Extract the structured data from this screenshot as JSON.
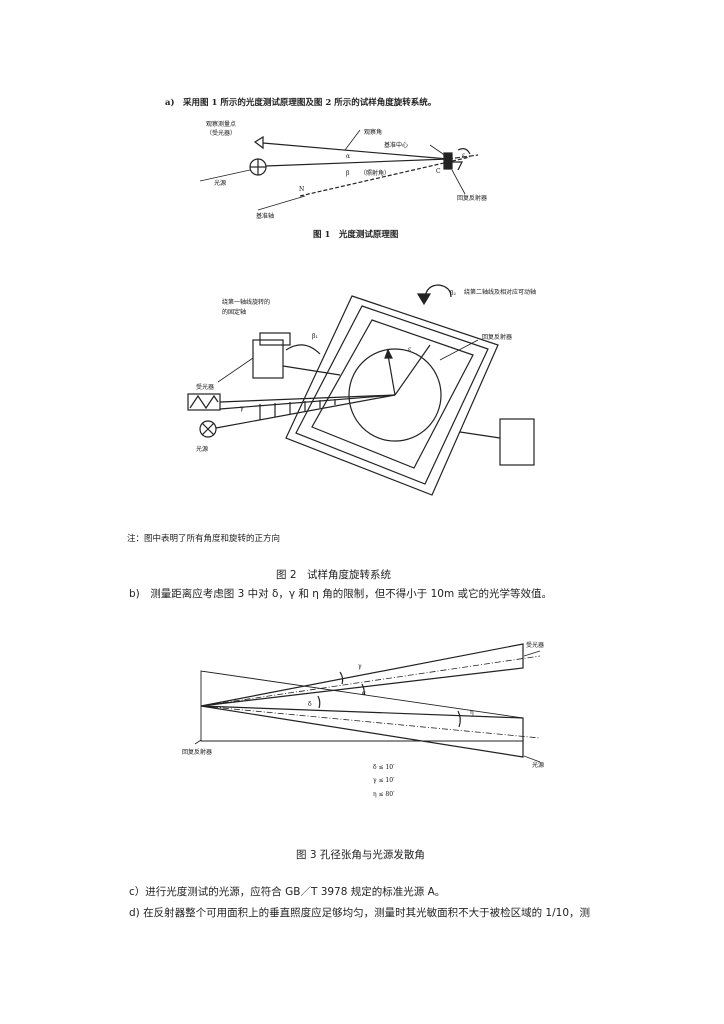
{
  "fig1": {
    "intro": "a)　采用图 1 所示的光度测试原理图及图 2 所示的试样角度旋转系统。",
    "labels": {
      "observation_point": "观察测量点",
      "receiver": "（受光器）",
      "observation_angle": "观察角",
      "reference_center": "基准中心",
      "light_source": "光源",
      "entrance_angle": "（照射角）",
      "reference_axis": "基准轴",
      "retroreflector": "回复反射器",
      "alpha": "α",
      "beta": "β",
      "c": "C",
      "n": "N",
      "e": "ε"
    },
    "caption": "图 1　光度测试原理图"
  },
  "fig2": {
    "labels": {
      "axis2": "绕第二轴线及相对应可动轴",
      "axis1_a": "绕第一轴线旋转的",
      "axis1_b": "的固定轴",
      "b1": "β₁",
      "b2": "β₂",
      "receiver": "受光器",
      "source": "光源",
      "gamma": "γ",
      "retroreflector": "回复反射器",
      "eps": "ε"
    },
    "note": "注：图中表明了所有角度和旋转的正方向",
    "caption": "图 2　试样角度旋转系统"
  },
  "item_b": "b)　测量距离应考虑图 3 中对 δ，γ 和 η 角的限制，但不得小于 10m 或它的光学等效值。",
  "fig3": {
    "labels": {
      "receiver": "受光器",
      "source": "光源",
      "retroreflector": "回复反射器",
      "gamma": "γ",
      "delta": "δ",
      "alpha": "α",
      "eta": "η",
      "c1": "δ ≤ 10′",
      "c2": "γ ≤ 10′",
      "c3": "η ≤ 80′"
    },
    "caption": "图 3 孔径张角与光源发散角"
  },
  "item_c": "c）进行光度测试的光源，应符合 GB／T 3978 规定的标准光源 A。",
  "item_d": "d) 在反射器整个可用面积上的垂直照度应足够均匀，测量时其光敏面积不大于被检区域的 1/10，测"
}
